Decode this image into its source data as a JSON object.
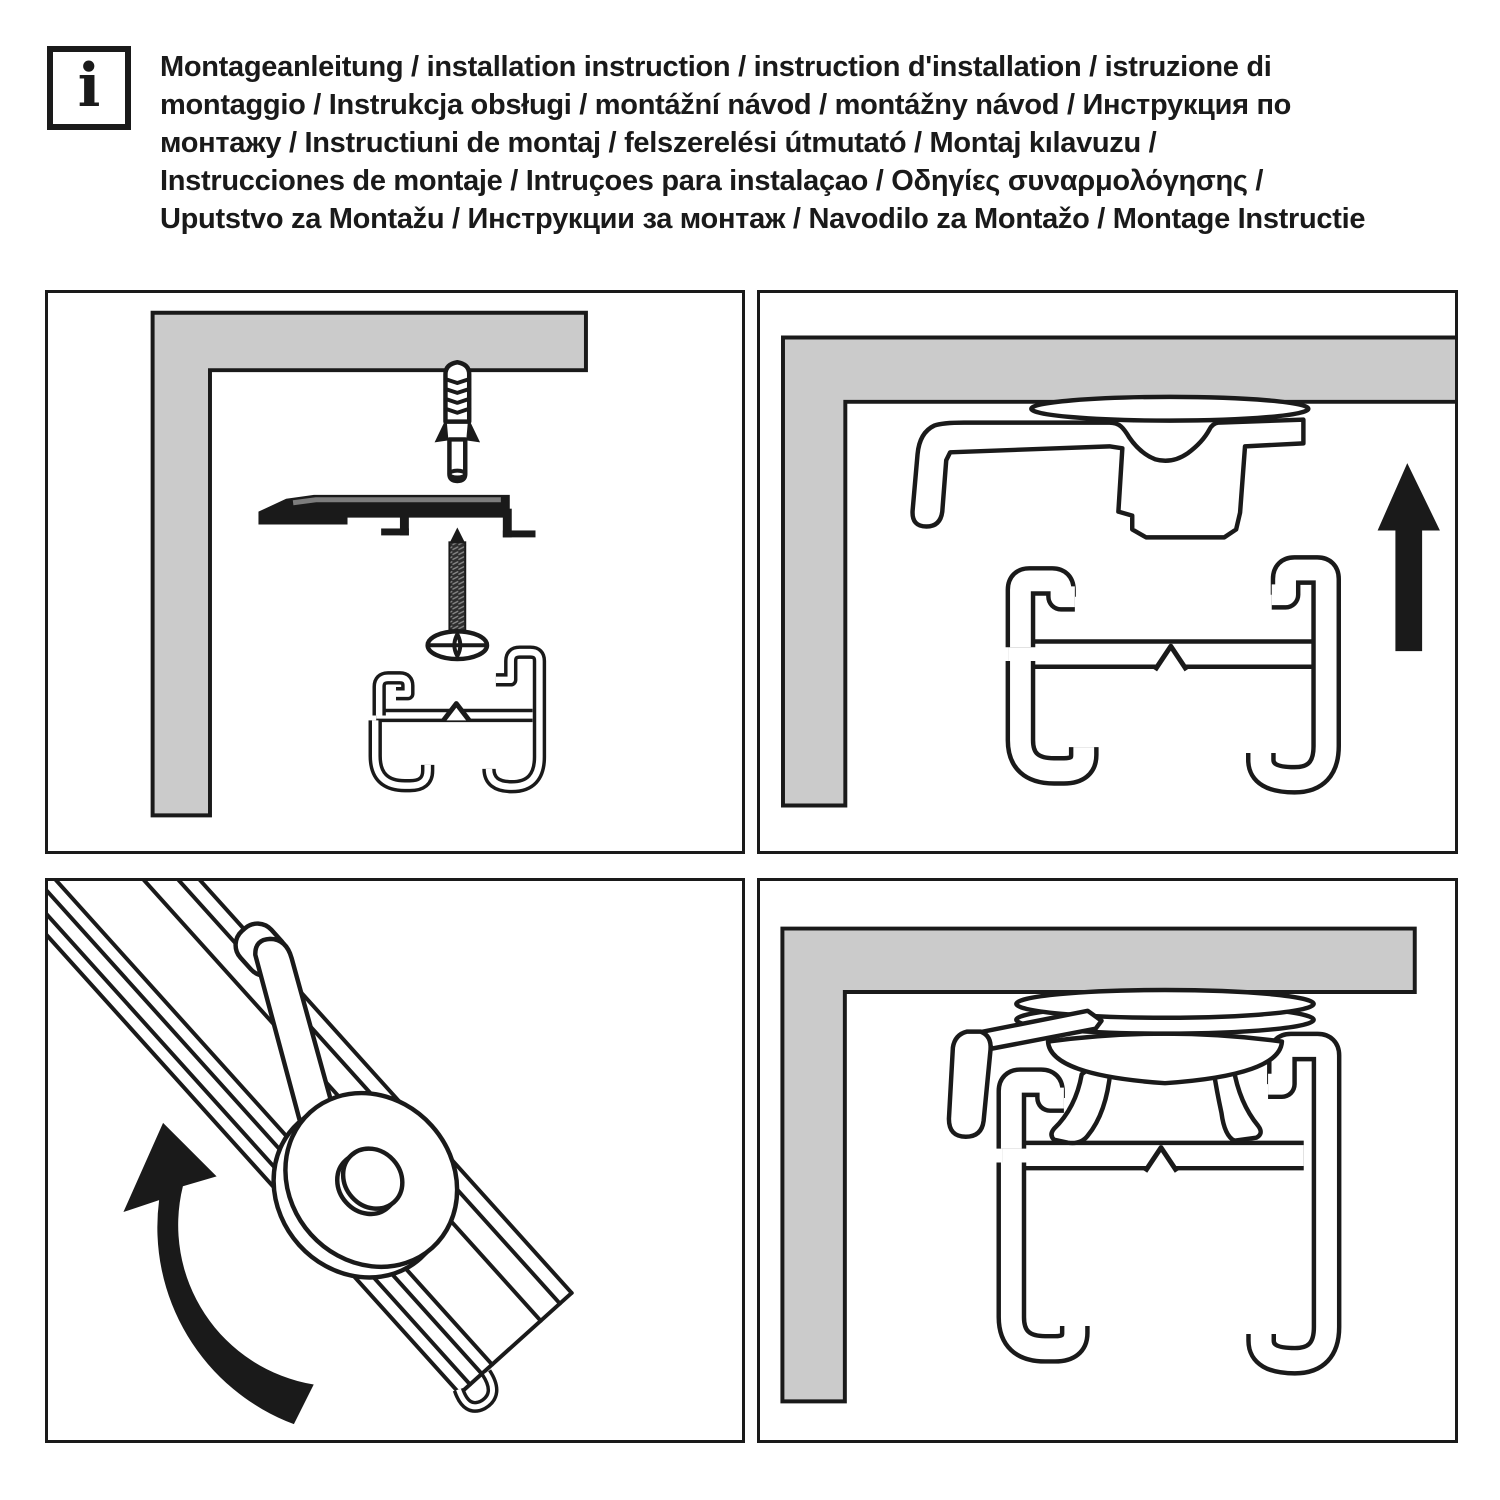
{
  "header": {
    "icon": "info-icon",
    "icon_glyph": "i",
    "lines": [
      "Montageanleitung / installation instruction / instruction d'installation / istruzione di",
      "montaggio / Instrukcja obsługi / montážní návod / montážny návod / Инструкция по",
      "монтажу / Instructiuni de montaj / felszerelési útmutató / Montaj kılavuzu /",
      "Instrucciones de montaje / Intruçoes para instalaçao / Οδηγίες συναρμολόγησης /",
      "Uputstvo za Montažu / Инструкции за монтаж / Navodilo za Montažo / Montage Instructie"
    ]
  },
  "panels": [
    {
      "id": "step-1",
      "illustration": [
        "wall-corner",
        "wall-plug-icon",
        "mounting-bracket-icon",
        "screw-icon",
        "rail-profile-icon"
      ]
    },
    {
      "id": "step-2",
      "illustration": [
        "ceiling-corner",
        "washer-disc-icon",
        "support-bracket-icon",
        "rail-profile-icon",
        "arrow-up-icon"
      ]
    },
    {
      "id": "step-3",
      "illustration": [
        "rail-perspective",
        "rotating-disc-icon",
        "clip-hook-icon",
        "curved-rotate-arrow-icon"
      ]
    },
    {
      "id": "step-4",
      "illustration": [
        "ceiling-corner",
        "washer-disc-icon",
        "support-bracket-icon",
        "rail-profile-icon"
      ]
    }
  ],
  "colors": {
    "line": "#1a1a1a",
    "wall": "#cbcbcb",
    "paper": "#ffffff"
  }
}
